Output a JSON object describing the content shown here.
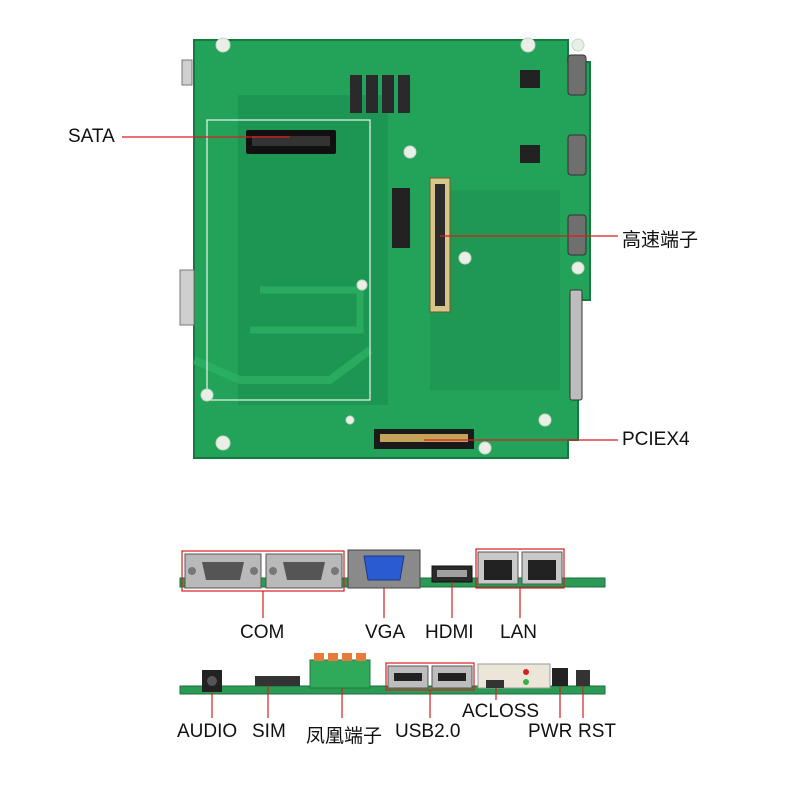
{
  "board_callouts": {
    "sata": "SATA",
    "high_speed_connector": "高速端子",
    "pciex4": "PCIEX4"
  },
  "rear_panel": {
    "com": "COM",
    "vga": "VGA",
    "hdmi": "HDMI",
    "lan": "LAN"
  },
  "front_panel": {
    "audio": "AUDIO",
    "sim": "SIM",
    "phoenix_terminal": "凤凰端子",
    "usb": "USB2.0",
    "acloss": "ACLOSS",
    "pwr": "PWR",
    "rst": "RST"
  },
  "colors": {
    "pcb_green": "#23a25a",
    "pcb_dark": "#157a3e",
    "callout_red": "#d81e1e"
  }
}
